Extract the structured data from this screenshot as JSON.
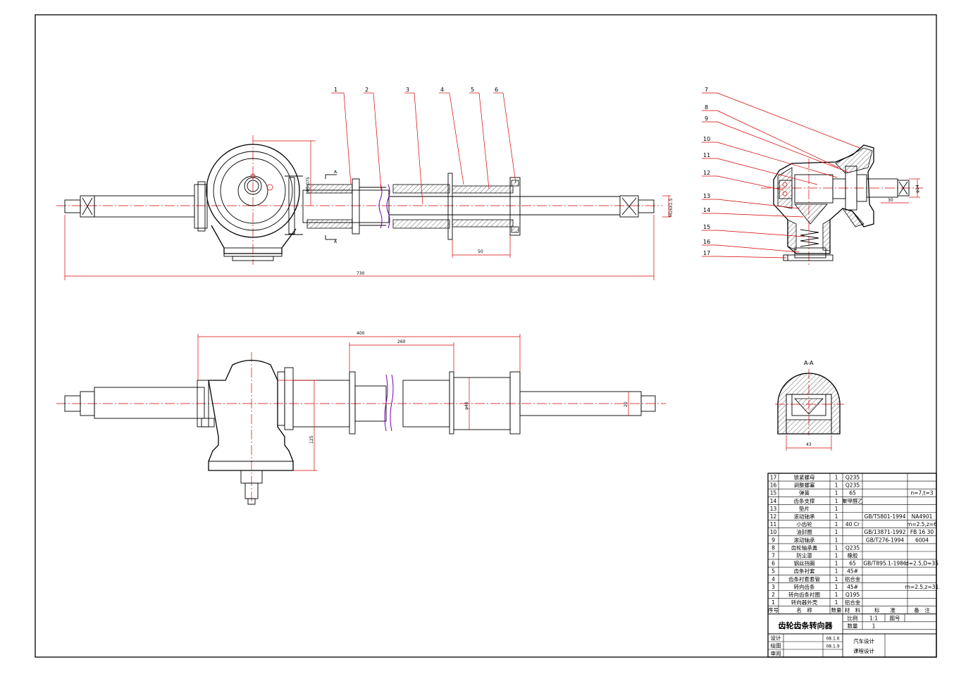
{
  "drawing": {
    "title": "齿轮齿条转向器",
    "section_mark": "A",
    "section_view_mark": "A-A"
  },
  "top_view": {
    "callouts": [
      "1",
      "2",
      "3",
      "4",
      "5",
      "6"
    ],
    "dims": {
      "overall": "730",
      "rack_length_50": "50",
      "center_height": "105.075",
      "thread": "M16X1.5"
    }
  },
  "side_view": {
    "callouts": [
      "7",
      "8",
      "9",
      "10",
      "11",
      "12",
      "13",
      "14",
      "15",
      "16",
      "17"
    ],
    "dims": {
      "shaft_dia": "φ14",
      "length_30": "30"
    }
  },
  "bottom_view": {
    "dims": {
      "span_400": "400",
      "span_260": "260",
      "dia_46": "φ46",
      "height_125": "125",
      "dia_20": "20"
    }
  },
  "section_view": {
    "dims": {
      "width_43": "43"
    }
  },
  "bom": {
    "rows": [
      {
        "no": "17",
        "name": "锁紧螺母",
        "qty": "1",
        "material": "Q235",
        "standard": "",
        "note": ""
      },
      {
        "no": "16",
        "name": "调整螺塞",
        "qty": "1",
        "material": "Q235",
        "standard": "",
        "note": ""
      },
      {
        "no": "15",
        "name": "弹簧",
        "qty": "1",
        "material": "65",
        "standard": "",
        "note": "n=7,t=3"
      },
      {
        "no": "14",
        "name": "齿条支撑",
        "qty": "1",
        "material": "聚甲醛乙",
        "standard": "",
        "note": ""
      },
      {
        "no": "13",
        "name": "垫片",
        "qty": "1",
        "material": "",
        "standard": "",
        "note": ""
      },
      {
        "no": "12",
        "name": "滚动轴承",
        "qty": "1",
        "material": "",
        "standard": "GB/T5801-1994",
        "note": "NA4901"
      },
      {
        "no": "11",
        "name": "小齿轮",
        "qty": "1",
        "material": "40 Cr",
        "standard": "",
        "note": "m=2.5,z=6"
      },
      {
        "no": "10",
        "name": "油封圈",
        "qty": "1",
        "material": "",
        "standard": "GB/13871-1992",
        "note": "FB 16 30"
      },
      {
        "no": "9",
        "name": "滚动轴承",
        "qty": "1",
        "material": "",
        "standard": "GB/T276-1994",
        "note": "6004"
      },
      {
        "no": "8",
        "name": "齿轮轴承盖",
        "qty": "1",
        "material": "Q235",
        "standard": "",
        "note": ""
      },
      {
        "no": "7",
        "name": "防尘罩",
        "qty": "1",
        "material": "橡胶",
        "standard": "",
        "note": ""
      },
      {
        "no": "6",
        "name": "钢丝挡圈",
        "qty": "1",
        "material": "65",
        "standard": "GB/T895.1-1986",
        "note": "d=2.5,D=35"
      },
      {
        "no": "5",
        "name": "齿条衬套",
        "qty": "1",
        "material": "45#",
        "standard": "",
        "note": ""
      },
      {
        "no": "4",
        "name": "齿条衬套套管",
        "qty": "1",
        "material": "铝合金",
        "standard": "",
        "note": ""
      },
      {
        "no": "3",
        "name": "转向齿条",
        "qty": "1",
        "material": "45#",
        "standard": "",
        "note": "m=2.5,z=31"
      },
      {
        "no": "2",
        "name": "转向齿条衬圈",
        "qty": "1",
        "material": "Q195",
        "standard": "",
        "note": ""
      },
      {
        "no": "1",
        "name": "转向器外壳",
        "qty": "1",
        "material": "铝合金",
        "standard": "",
        "note": ""
      }
    ],
    "header": {
      "no": "序号",
      "name": "名　称",
      "qty": "数量",
      "material": "材　料",
      "standard": "标　　准",
      "note": "备　注"
    }
  },
  "title_block": {
    "name": "齿轮齿条转向器",
    "scale_label": "比例",
    "scale_value": "1:1",
    "qty_label": "数量",
    "qty_value": "1",
    "drawing_no_label": "图号",
    "design_label": "设计",
    "draw_label": "绘图",
    "review_label": "审阅",
    "date1": "08.1.6",
    "date2": "08.1.9",
    "course1": "汽车设计",
    "course2": "课程设计"
  }
}
